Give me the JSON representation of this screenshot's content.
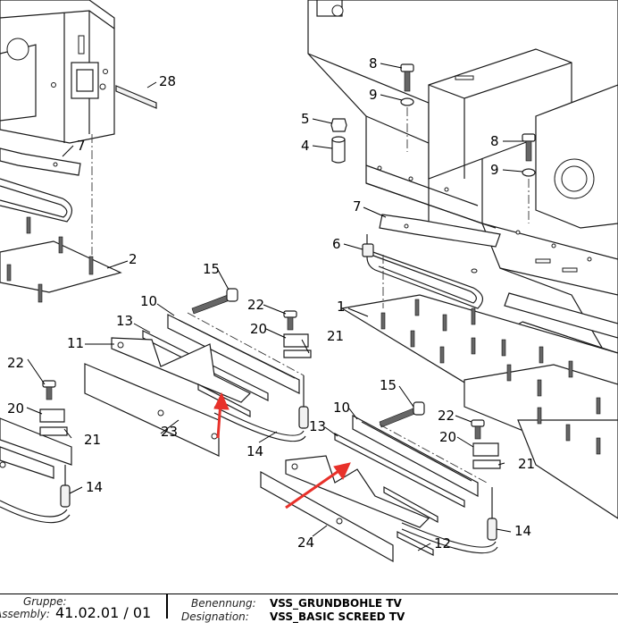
{
  "callouts": {
    "c1": "1",
    "c2": "2",
    "c4": "4",
    "c5": "5",
    "c6": "6",
    "c7a": "7",
    "c7b": "7",
    "c8a": "8",
    "c8b": "8",
    "c9a": "9",
    "c9b": "9",
    "c10a": "10",
    "c10b": "10",
    "c11": "11",
    "c12": "12",
    "c13a": "13",
    "c13b": "13",
    "c14a": "14",
    "c14b": "14",
    "c14c": "14",
    "c15a": "15",
    "c15b": "15",
    "c20a": "20",
    "c20b": "20",
    "c20c": "20",
    "c21a": "21",
    "c21b": "21",
    "c21c": "21",
    "c22a": "22",
    "c22b": "22",
    "c22c": "22",
    "c23": "23",
    "c24": "24",
    "c28": "28"
  },
  "titleblock": {
    "group_label": "Gruppe:",
    "assembly_label": "Assembly:",
    "assembly_number": "41.02.01 / 01",
    "name_label": "Benennung:",
    "name_value": "VSS_GRUNDBOHLE TV",
    "designation_label": "Designation:",
    "designation_value": "VSS_BASIC SCREED TV"
  },
  "colors": {
    "highlight_arrow": "#e8312a",
    "line": "#1a1a1a"
  }
}
